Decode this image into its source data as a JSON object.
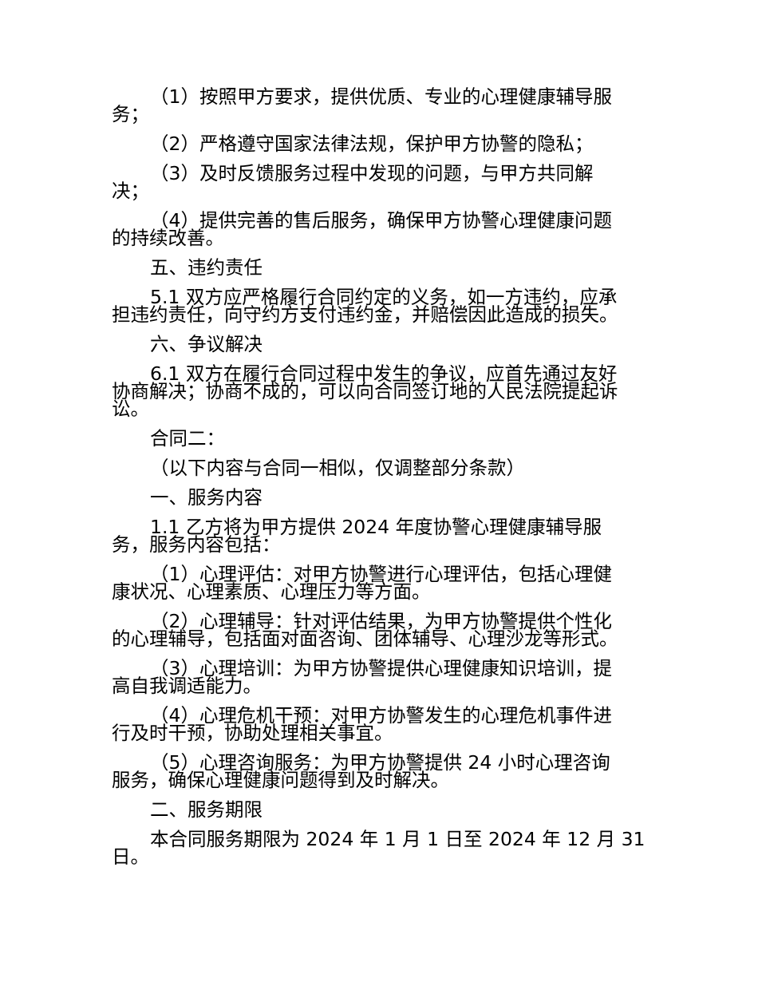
{
  "paragraphs": [
    {
      "lines": [
        "（1）按照甲方要求，提供优质、专业的心理健康辅导服",
        "务；"
      ]
    },
    {
      "lines": [
        "（2）严格遵守国家法律法规，保护甲方协警的隐私；"
      ]
    },
    {
      "lines": [
        "（3）及时反馈服务过程中发现的问题，与甲方共同解",
        "决；"
      ]
    },
    {
      "lines": [
        "（4）提供完善的售后服务，确保甲方协警心理健康问题",
        "的持续改善。"
      ]
    },
    {
      "lines": [
        "五、违约责任"
      ]
    },
    {
      "lines": [
        "5.1 双方应严格履行合同约定的义务，如一方违约，应承",
        "担违约责任，向守约方支付违约金，并赔偿因此造成的损失。"
      ]
    },
    {
      "lines": [
        "六、争议解决"
      ]
    },
    {
      "lines": [
        "6.1 双方在履行合同过程中发生的争议，应首先通过友好",
        "协商解决；协商不成的，可以向合同签订地的人民法院提起诉",
        "讼。"
      ]
    },
    {
      "lines": [
        "合同二："
      ]
    },
    {
      "lines": [
        "（以下内容与合同一相似，仅调整部分条款）"
      ]
    },
    {
      "lines": [
        "一、服务内容"
      ]
    },
    {
      "lines": [
        "1.1 乙方将为甲方提供 2024 年度协警心理健康辅导服",
        "务，服务内容包括："
      ]
    },
    {
      "lines": [
        "（1）心理评估：对甲方协警进行心理评估，包括心理健",
        "康状况、心理素质、心理压力等方面。"
      ]
    },
    {
      "lines": [
        "（2）心理辅导：针对评估结果，为甲方协警提供个性化",
        "的心理辅导，包括面对面咨询、团体辅导、心理沙龙等形式。"
      ]
    },
    {
      "lines": [
        "（3）心理培训：为甲方协警提供心理健康知识培训，提",
        "高自我调适能力。"
      ]
    },
    {
      "lines": [
        "（4）心理危机干预：对甲方协警发生的心理危机事件进",
        "行及时干预，协助处理相关事宜。"
      ]
    },
    {
      "lines": [
        "（5）心理咨询服务：为甲方协警提供 24 小时心理咨询",
        "服务，确保心理健康问题得到及时解决。"
      ]
    },
    {
      "lines": [
        "二、服务期限"
      ]
    },
    {
      "lines": [
        "本合同服务期限为 2024 年 1 月 1 日至 2024 年 12 月 31",
        "日。"
      ]
    }
  ]
}
